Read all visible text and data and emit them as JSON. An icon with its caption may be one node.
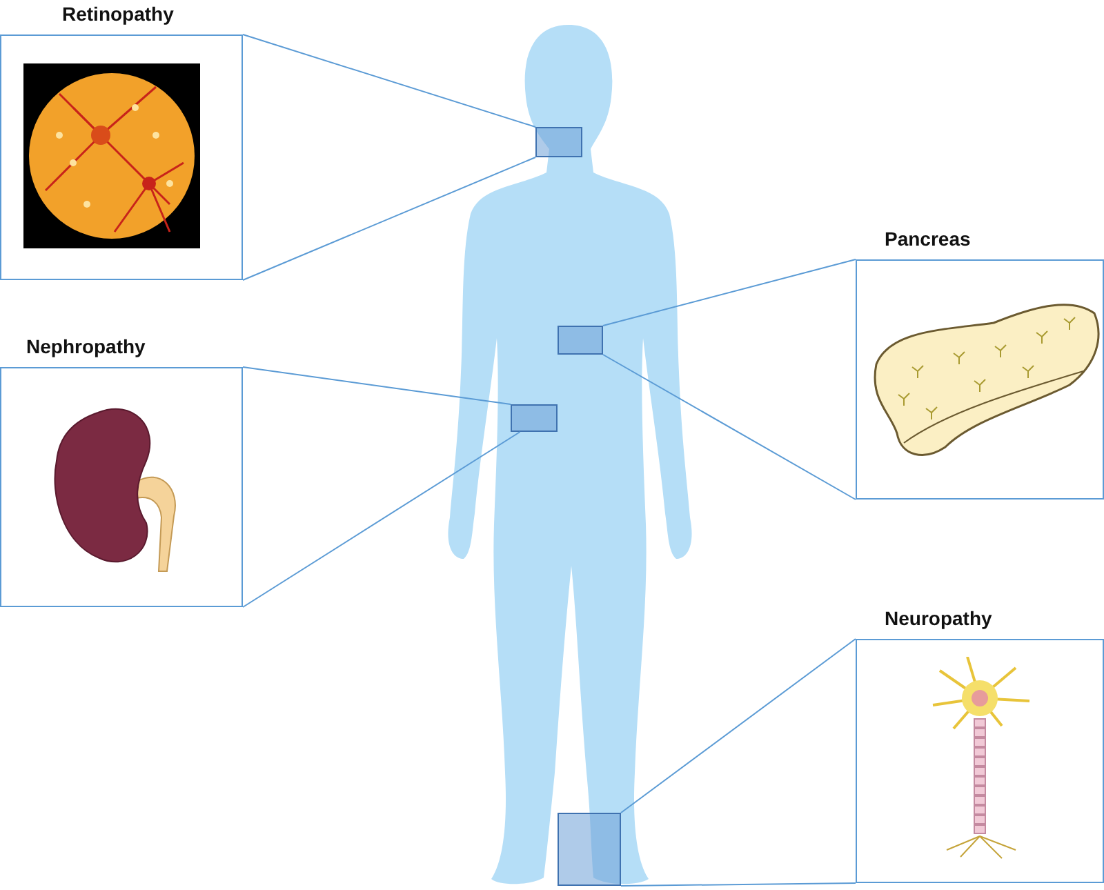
{
  "diagram": {
    "nodes": [
      {
        "text": [
          "Retinopathy"
        ]
      },
      {
        "text": [
          "Pancreas"
        ]
      },
      {
        "text": [
          "Nephropathy"
        ]
      },
      {
        "text": [
          "Neuropathy"
        ]
      },
      {
        "text": [],
        "shape": "person"
      },
      {
        "text": [],
        "shape": "box",
        "in": 4
      },
      {
        "text": [],
        "shape": "box",
        "in": 4
      },
      {
        "text": [],
        "shape": "box",
        "in": 4
      },
      {
        "text": [],
        "shape": "box",
        "in": 4
      }
    ],
    "edges": [
      {
        "from": 5,
        "to": 0,
        "arrow": "none"
      },
      {
        "from": 5,
        "to": 0,
        "arrow": "none"
      },
      {
        "from": 6,
        "to": 1,
        "arrow": "none"
      },
      {
        "from": 6,
        "to": 1,
        "arrow": "none"
      },
      {
        "from": 7,
        "to": 2,
        "arrow": "none"
      },
      {
        "from": 7,
        "to": 2,
        "arrow": "none"
      },
      {
        "from": 8,
        "to": 3,
        "arrow": "none"
      },
      {
        "from": 8,
        "to": 3,
        "arrow": "none"
      }
    ]
  }
}
